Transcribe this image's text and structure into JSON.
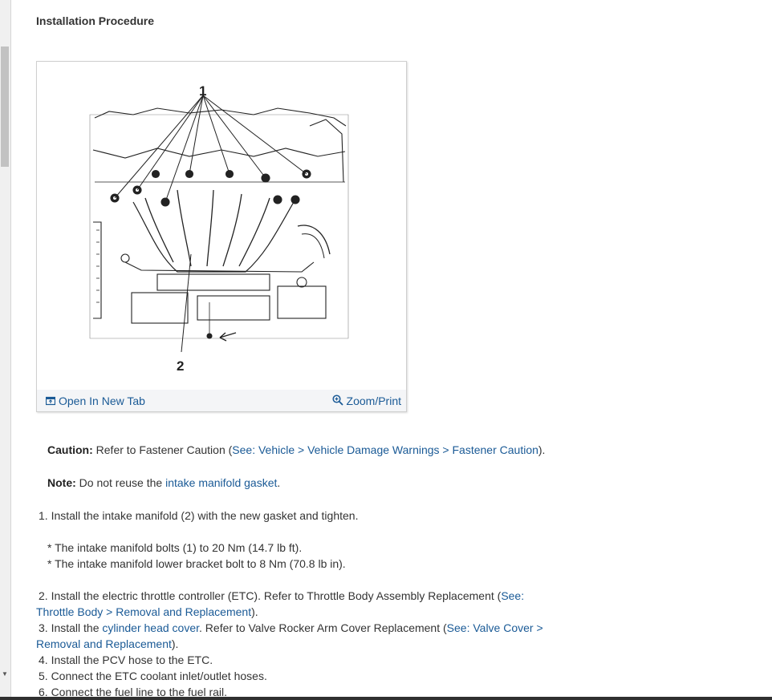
{
  "heading": "Installation Procedure",
  "figure": {
    "callout_1": "1",
    "callout_2": "2",
    "open_label": "Open In New Tab",
    "zoom_label": "Zoom/Print"
  },
  "caution": {
    "label": "Caution:",
    "text": " Refer to Fastener Caution (",
    "link": "See: Vehicle > Vehicle Damage Warnings > Fastener Caution",
    "end": ")."
  },
  "note": {
    "label": "Note:",
    "text": " Do not reuse the ",
    "link": "intake manifold gasket",
    "end": "."
  },
  "step1": "1. Install the intake manifold (2) with the new gasket and tighten.",
  "bullet1": "*  The intake manifold bolts (1) to 20 Nm (14.7 lb ft).",
  "bullet2": "*  The intake manifold lower bracket bolt to 8 Nm (70.8 lb in).",
  "step2": {
    "text": "2. Install the electric throttle controller (ETC). Refer to Throttle Body Assembly Replacement (",
    "link_a": "See:",
    "link_b": "Throttle Body > Removal and Replacement",
    "end": ")."
  },
  "step3": {
    "text": "3. Install the ",
    "link1": "cylinder head cover",
    "mid": ". Refer to Valve Rocker Arm Cover Replacement (",
    "link2a": "See: Valve Cover >",
    "link2b": "Removal and Replacement",
    "end": ")."
  },
  "step4": "4. Install the PCV hose to the ETC.",
  "step5": "5. Connect the ETC coolant inlet/outlet hoses.",
  "step6": "6. Connect the fuel line to the fuel rail."
}
